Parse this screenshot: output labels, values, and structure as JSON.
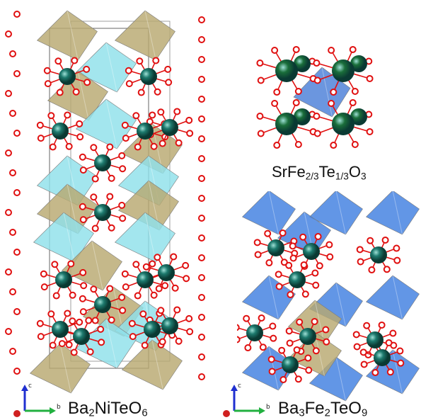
{
  "structures": [
    {
      "id": "ba2niteo6",
      "formula_parts": [
        {
          "text": "Ba",
          "sub": "2"
        },
        {
          "text": "NiTeO",
          "sub": "6"
        }
      ],
      "polyhedra_colors": [
        "#b8a870",
        "#8fe0ea"
      ],
      "cation_color": "#1e7a6e",
      "anion_color": "#e01010"
    },
    {
      "id": "srfe23te13o3",
      "formula_parts": [
        {
          "text": "SrFe",
          "sub": "2/3"
        },
        {
          "text": "Te",
          "sub": "1/3"
        },
        {
          "text": "O",
          "sub": "3"
        }
      ],
      "polyhedra_colors": [
        "#4a7fd8"
      ],
      "cation_color": "#1a6e3a",
      "anion_color": "#e01010"
    },
    {
      "id": "ba3fe2teo9",
      "formula_parts": [
        {
          "text": "Ba",
          "sub": "3"
        },
        {
          "text": "Fe",
          "sub": "2"
        },
        {
          "text": "TeO",
          "sub": "9"
        }
      ],
      "polyhedra_colors": [
        "#3f7fe0",
        "#b8a870"
      ],
      "cation_color": "#1e7a6e",
      "anion_color": "#e01010"
    }
  ],
  "axes": {
    "c_label": "c",
    "b_label": "b",
    "c_color": "#1f2fd0",
    "b_color": "#22b040",
    "a_color": "#d02020"
  }
}
